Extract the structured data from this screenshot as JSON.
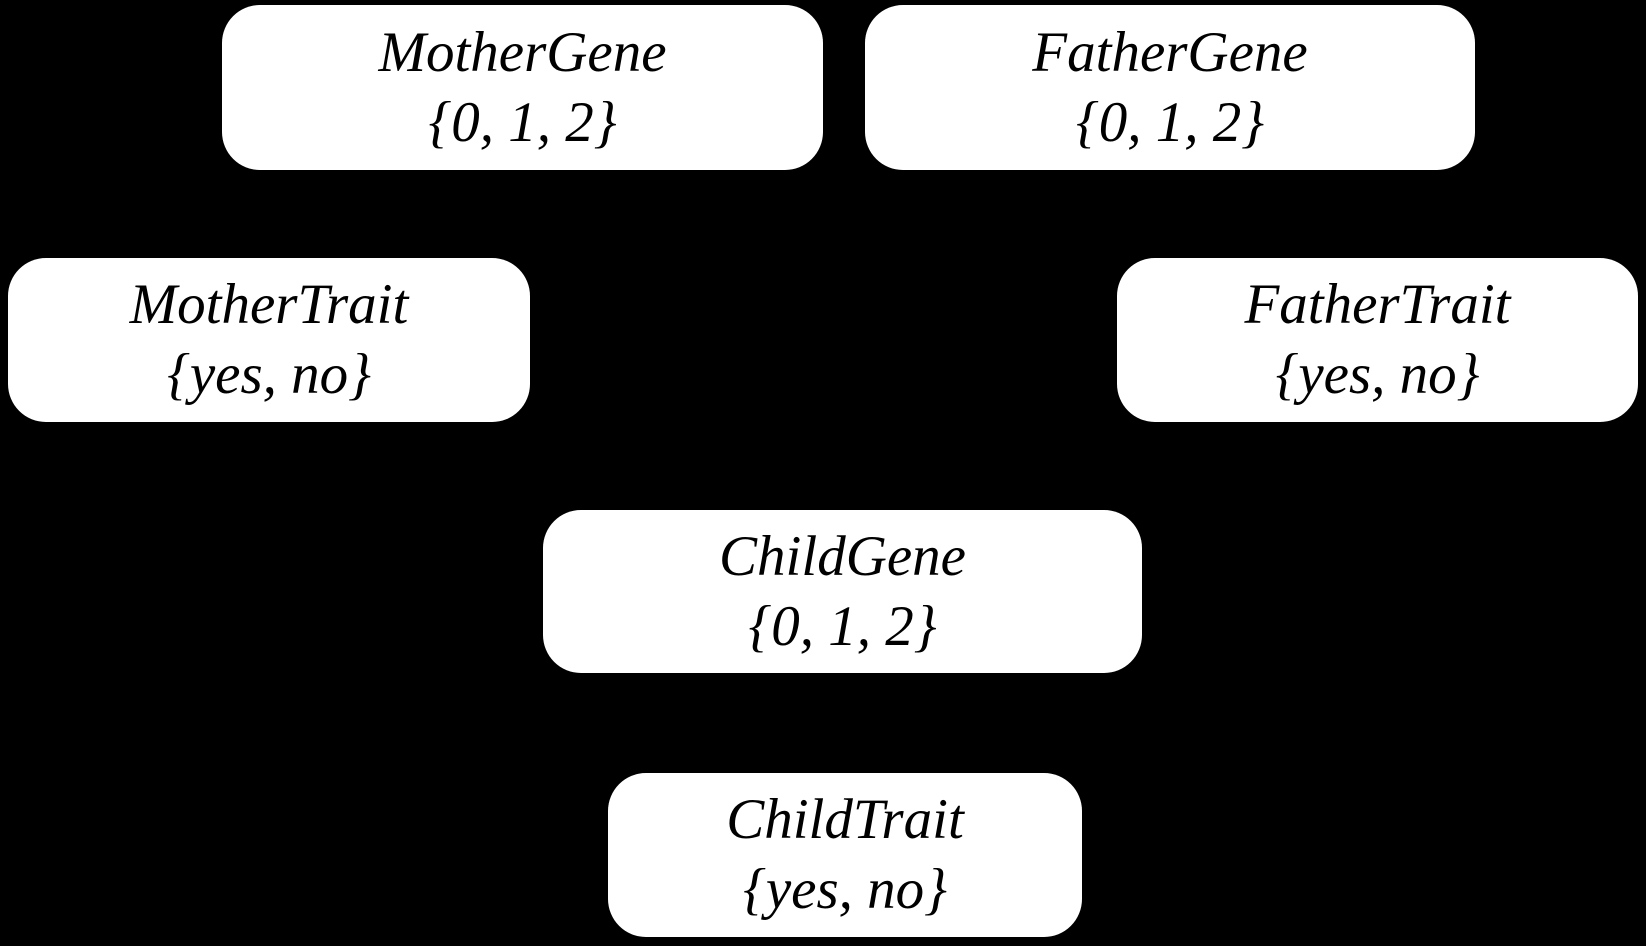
{
  "diagram": {
    "type": "bayesian-network",
    "background_color": "#000000",
    "node_fill_color": "#ffffff",
    "node_text_color": "#000000",
    "nodes": [
      {
        "label": "MotherGene",
        "domain": "{0, 1, 2}"
      },
      {
        "label": "FatherGene",
        "domain": "{0, 1, 2}"
      },
      {
        "label": "MotherTrait",
        "domain": "{yes, no}"
      },
      {
        "label": "FatherTrait",
        "domain": "{yes, no}"
      },
      {
        "label": "ChildGene",
        "domain": "{0, 1, 2}"
      },
      {
        "label": "ChildTrait",
        "domain": "{yes, no}"
      }
    ]
  }
}
